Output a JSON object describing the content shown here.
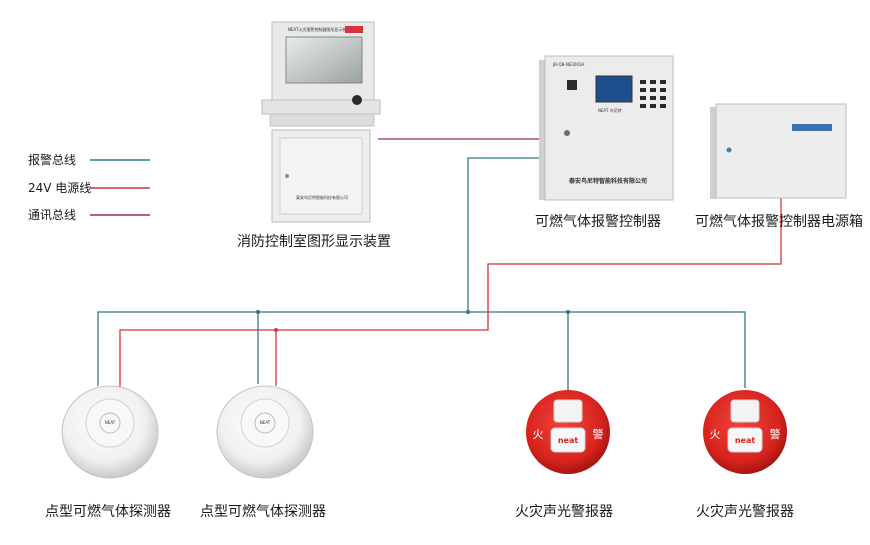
{
  "legend": [
    {
      "label": "报警总线",
      "color": "#2e7b80"
    },
    {
      "label": "24V 电源线",
      "color": "#d4343a"
    },
    {
      "label": "通讯总线",
      "color": "#9b2a6a"
    }
  ],
  "devices": {
    "graphic_display": {
      "label": "消防控制室图形显示装置",
      "cabinet_text": "泰安鸟尼特智能科技有限公司",
      "screen_text": "NEAT火灾报警控制器图形显示装置"
    },
    "gas_controller": {
      "label": "可燃气体报警控制器",
      "company_text": "泰安鸟尼特智能科技有限公司",
      "model_text": "JB-QB-NE3003A",
      "brand_text": "NEAT 鸟尼特"
    },
    "power_box": {
      "label": "可燃气体报警控制器电源箱"
    },
    "detectors": [
      {
        "label": "点型可燃气体探测器",
        "brand_text": "NEAT"
      },
      {
        "label": "点型可燃气体探测器",
        "brand_text": "NEAT"
      }
    ],
    "alarms": [
      {
        "label": "火灾声光警报器",
        "left_char": "火",
        "right_char": "警",
        "brand_text": "neat"
      },
      {
        "label": "火灾声光警报器",
        "left_char": "火",
        "right_char": "警",
        "brand_text": "neat"
      }
    ]
  },
  "colors": {
    "alarm_bus": "#2e7b80",
    "power_line": "#d4343a",
    "comm_bus": "#9b2a6a",
    "alarm_red": "#d8231e",
    "cabinet": "#ededee"
  }
}
